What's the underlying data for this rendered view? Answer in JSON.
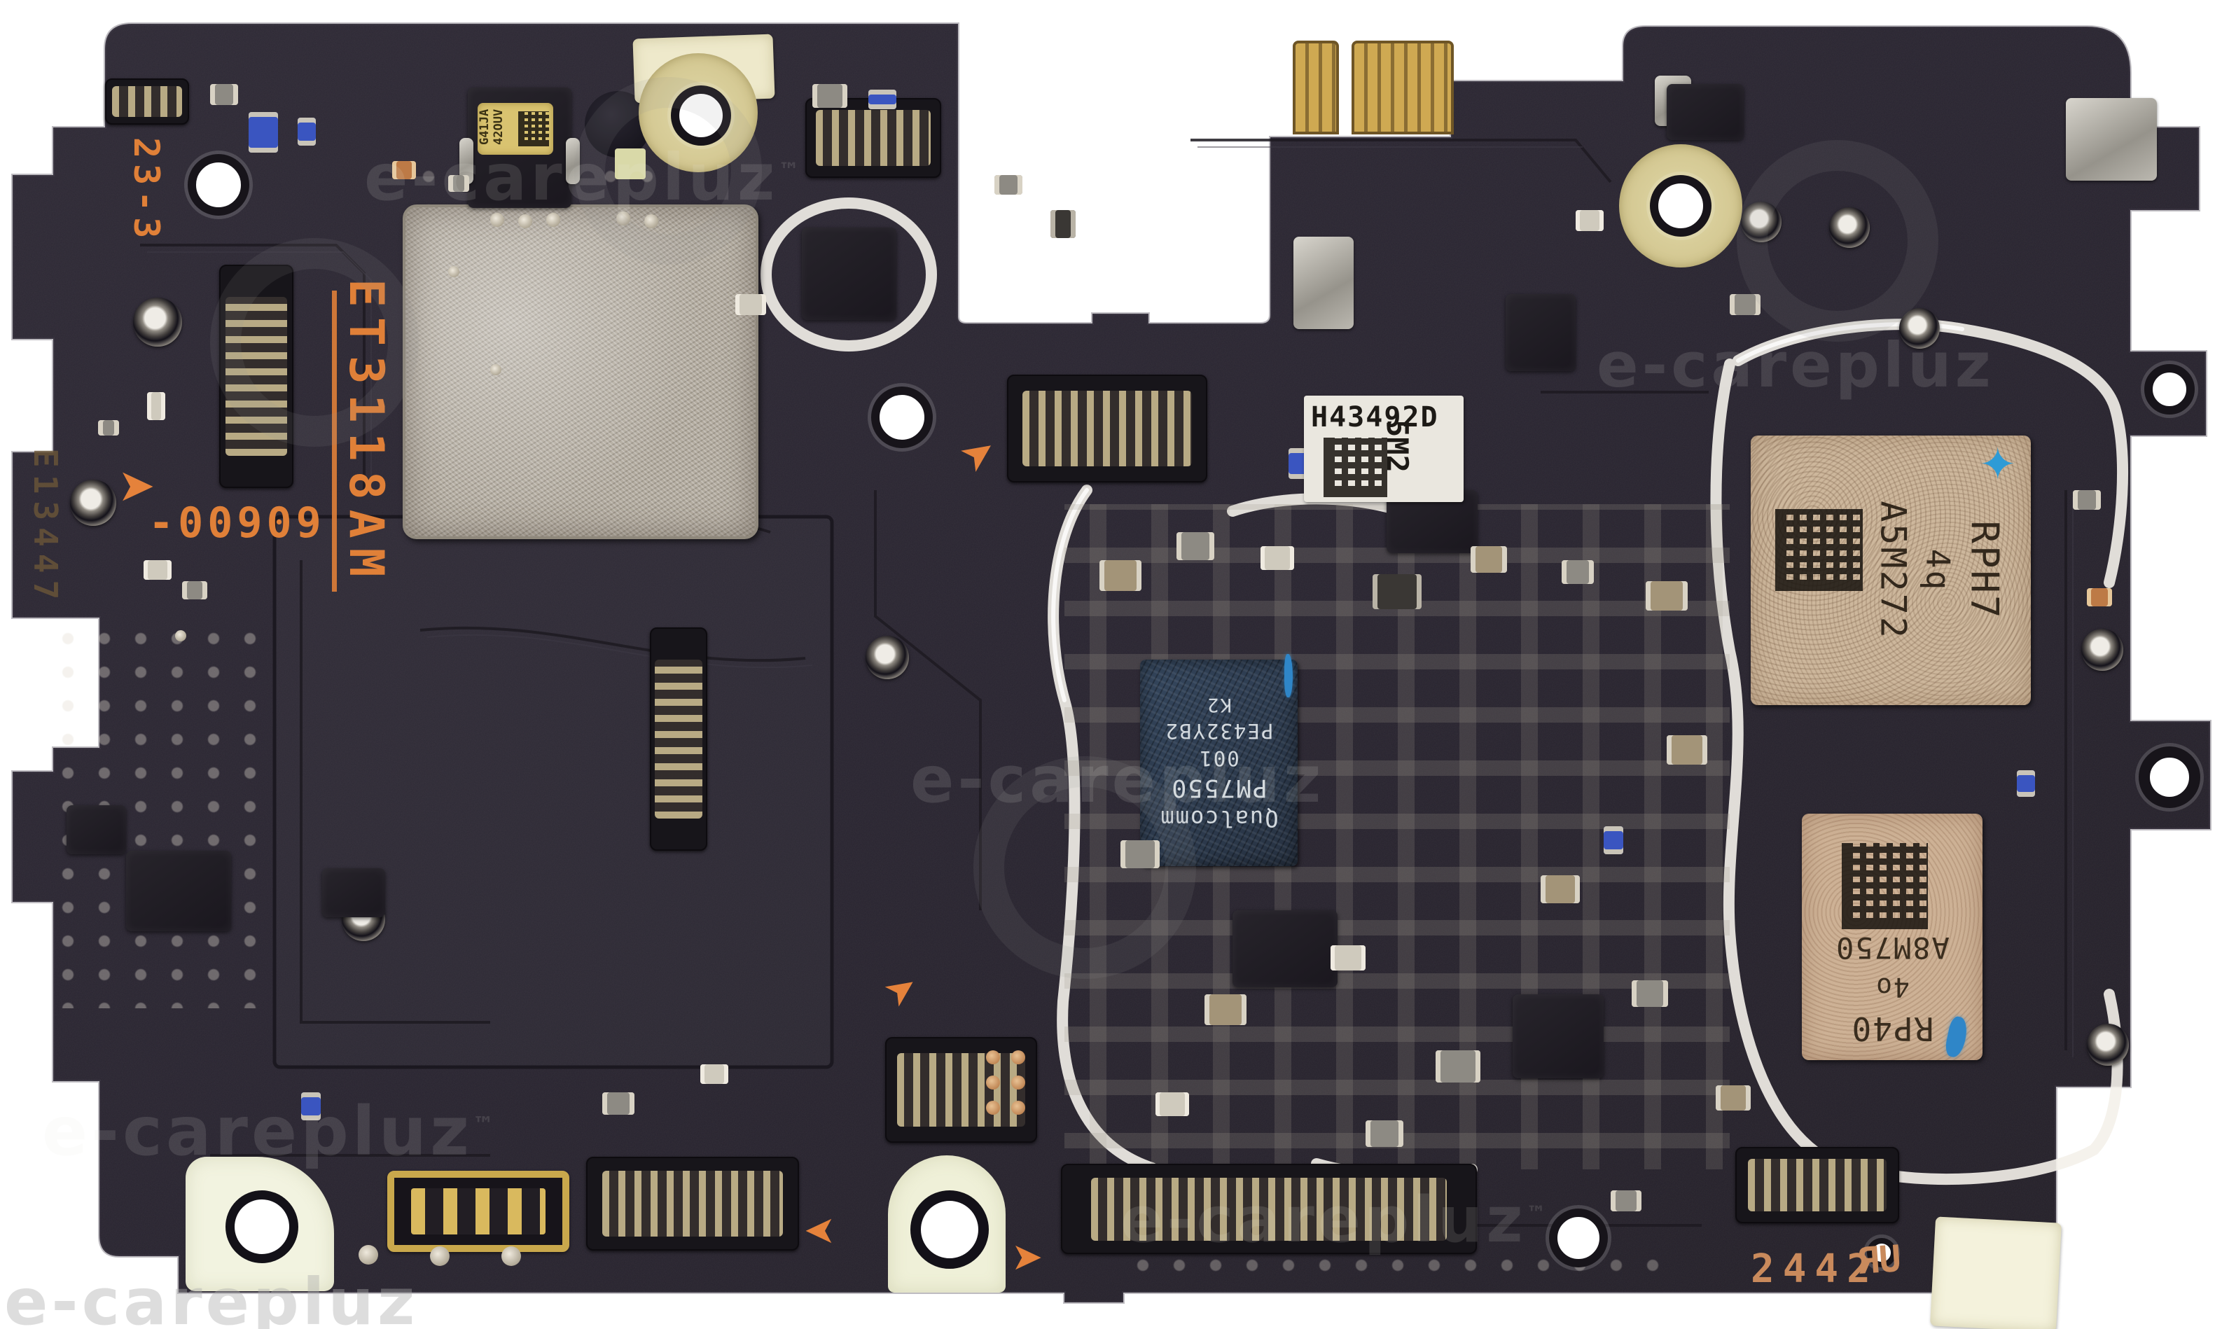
{
  "colors": {
    "background": "#ffffff",
    "board": "#292531",
    "silkscreen_orange": "#e08038",
    "copper_mark": "#c98a5c",
    "shield_silver": "#b3aca0",
    "chip_tan": "#cdb79c",
    "chip_navy": "#2e3c4e",
    "label_white": "#eae7df",
    "screw_pad_beige": "#d9cf9e",
    "solder_paste": "#f4f1ea"
  },
  "silkscreen": {
    "corner_code": "23-3",
    "connector_code": "ET3118AM",
    "board_serial": "-00909",
    "edge_code": "E13447",
    "date_code": "2442",
    "ul_mark": "ЯU"
  },
  "labels": {
    "qr_sticker": {
      "code": "H43492D",
      "side_code": "5M2"
    },
    "mic": {
      "col1": "G41JA",
      "col2": "42OUV"
    }
  },
  "chips": {
    "rf_top": {
      "line1": "RPH7",
      "line2": "4q",
      "line3": "A5M272"
    },
    "pmic": {
      "brand": "Qualcomm",
      "part": "PM7550",
      "rev": "001",
      "lot": "PE432YB2",
      "sub": "K2"
    },
    "rf_bottom": {
      "line1": "RP40",
      "line2": "4o",
      "line3": "A8M750"
    }
  },
  "watermark": {
    "text": "e-carepluz",
    "tm": "™"
  },
  "icons": {
    "arrow": "➤",
    "sparkle": "✦"
  }
}
